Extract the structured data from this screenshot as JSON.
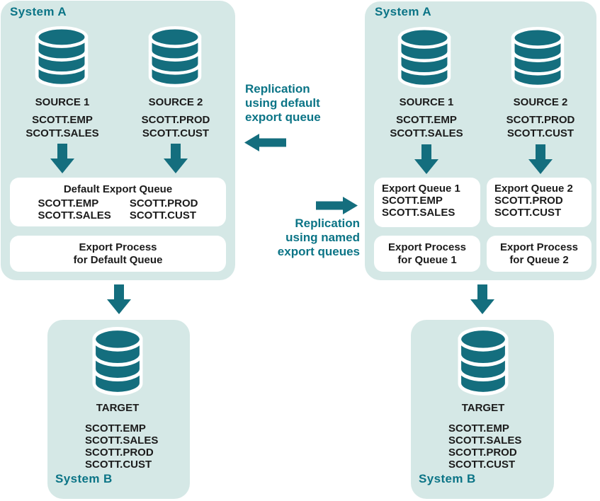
{
  "colors": {
    "panel_bg": "#d5e8e6",
    "teal_text": "#0b7486",
    "teal_shape": "#146e7e",
    "box_bg": "#ffffff",
    "body_text": "#1b1b1b"
  },
  "diagram": {
    "left_system_a": {
      "title": "System A",
      "sources": [
        {
          "label": "SOURCE 1",
          "tables": [
            "SCOTT.EMP",
            "SCOTT.SALES"
          ]
        },
        {
          "label": "SOURCE 2",
          "tables": [
            "SCOTT.PROD",
            "SCOTT.CUST"
          ]
        }
      ],
      "queue_box": {
        "title": "Default Export Queue",
        "col1": [
          "SCOTT.EMP",
          "SCOTT.SALES"
        ],
        "col2": [
          "SCOTT.PROD",
          "SCOTT.CUST"
        ]
      },
      "process_box": [
        "Export Process",
        "for Default Queue"
      ]
    },
    "right_system_a": {
      "title": "System A",
      "sources": [
        {
          "label": "SOURCE 1",
          "tables": [
            "SCOTT.EMP",
            "SCOTT.SALES"
          ]
        },
        {
          "label": "SOURCE 2",
          "tables": [
            "SCOTT.PROD",
            "SCOTT.CUST"
          ]
        }
      ],
      "queue_boxes": [
        {
          "title": "Export Queue 1",
          "tables": [
            "SCOTT.EMP",
            "SCOTT.SALES"
          ]
        },
        {
          "title": "Export Queue 2",
          "tables": [
            "SCOTT.PROD",
            "SCOTT.CUST"
          ]
        }
      ],
      "process_boxes": [
        [
          "Export Process",
          "for Queue 1"
        ],
        [
          "Export Process",
          "for Queue 2"
        ]
      ]
    },
    "middle": {
      "default_label": [
        "Replication",
        "using default",
        "export queue"
      ],
      "named_label": [
        "Replication",
        "using named",
        "export queues"
      ]
    },
    "left_system_b": {
      "title": "System B",
      "target_label": "TARGET",
      "tables": [
        "SCOTT.EMP",
        "SCOTT.SALES",
        "SCOTT.PROD",
        "SCOTT.CUST"
      ]
    },
    "right_system_b": {
      "title": "System B",
      "target_label": "TARGET",
      "tables": [
        "SCOTT.EMP",
        "SCOTT.SALES",
        "SCOTT.PROD",
        "SCOTT.CUST"
      ]
    }
  }
}
